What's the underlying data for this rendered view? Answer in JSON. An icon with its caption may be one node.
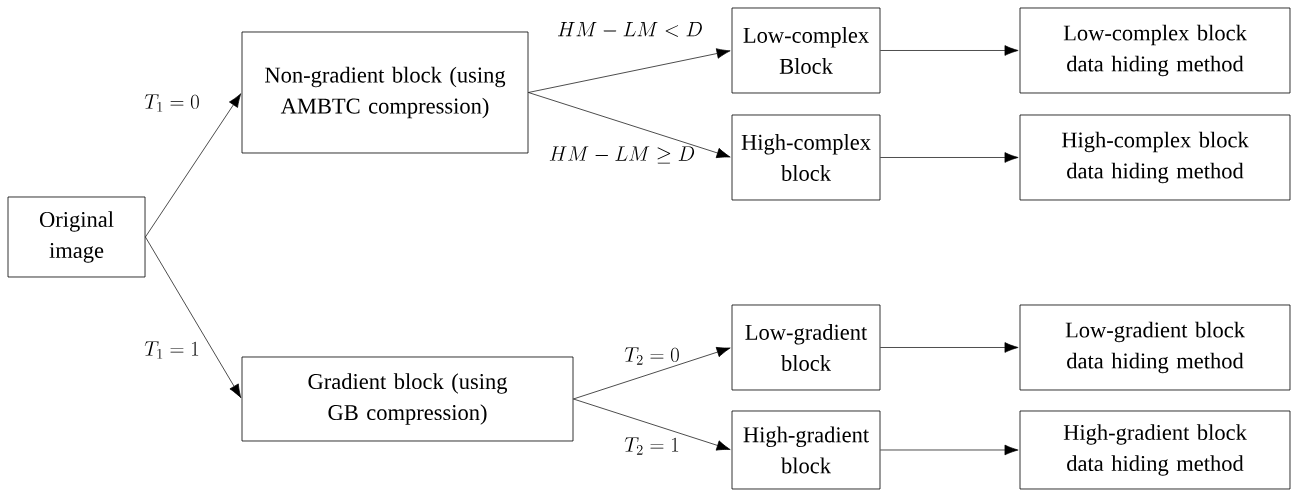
{
  "diagram": {
    "nodes": [
      {
        "text": [
          "Original image"
        ]
      },
      {
        "text": [
          "Non-gradient block (using AMBTC compression)"
        ]
      },
      {
        "text": [
          "Gradient block (using GB compression)"
        ]
      },
      {
        "text": [
          "Low-complex Block"
        ]
      },
      {
        "text": [
          "High-complex block"
        ]
      },
      {
        "text": [
          "Low-gradient block"
        ]
      },
      {
        "text": [
          "High-gradient block"
        ]
      },
      {
        "text": [
          "Low-complex block data hiding method"
        ]
      },
      {
        "text": [
          "High-complex block data hiding method"
        ]
      },
      {
        "text": [
          "Low-gradient block data hiding method"
        ]
      },
      {
        "text": [
          "High-gradient block data hiding method"
        ]
      }
    ],
    "edges": [
      {
        "from": 0,
        "to": 1,
        "arrow": "to",
        "label": "T_1 = 0"
      },
      {
        "from": 0,
        "to": 2,
        "arrow": "to",
        "label": "T_1 = 1"
      },
      {
        "from": 1,
        "to": 3,
        "arrow": "to",
        "label": "HM - LM < D"
      },
      {
        "from": 1,
        "to": 4,
        "arrow": "to",
        "label": "HM - LM \\geq D"
      },
      {
        "from": 2,
        "to": 5,
        "arrow": "to",
        "label": "T_2 = 0"
      },
      {
        "from": 2,
        "to": 6,
        "arrow": "to",
        "label": "T_2 = 1"
      },
      {
        "from": 3,
        "to": 7,
        "arrow": "to"
      },
      {
        "from": 4,
        "to": 8,
        "arrow": "to"
      },
      {
        "from": 5,
        "to": 9,
        "arrow": "to"
      },
      {
        "from": 6,
        "to": 10,
        "arrow": "to"
      }
    ]
  }
}
